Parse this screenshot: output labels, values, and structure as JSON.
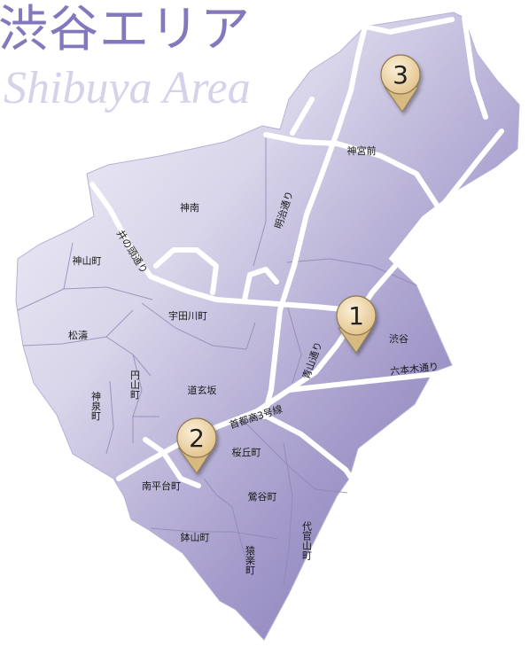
{
  "title": {
    "japanese": "渋谷エリア",
    "english": "Shibuya Area"
  },
  "colors": {
    "region_light": "#f1f0f7",
    "region_dark": "#7e72b6",
    "road": "#ffffff",
    "border": "#8e86b4",
    "label": "#1a1a1a",
    "pin_fill": "#efd6a6",
    "pin_stroke": "#8f7a55",
    "title_jp": "#8477bd",
    "title_en": "#d7d2ea"
  },
  "districts": [
    {
      "id": "jingumae",
      "label": "神宮前",
      "vertical": false
    },
    {
      "id": "jinnan",
      "label": "神南",
      "vertical": false
    },
    {
      "id": "kamiyamacho",
      "label": "神山町",
      "vertical": false
    },
    {
      "id": "udagawacho",
      "label": "宇田川町",
      "vertical": false
    },
    {
      "id": "shoto",
      "label": "松濤",
      "vertical": false
    },
    {
      "id": "shibuya",
      "label": "渋谷",
      "vertical": false
    },
    {
      "id": "dogenzaka",
      "label": "道玄坂",
      "vertical": false
    },
    {
      "id": "maruyamacho",
      "label": "円山町",
      "vertical": true
    },
    {
      "id": "shinsencho",
      "label": "神泉町",
      "vertical": true
    },
    {
      "id": "sakuragaokacho",
      "label": "桜丘町",
      "vertical": false
    },
    {
      "id": "nanpeidaicho",
      "label": "南平台町",
      "vertical": false
    },
    {
      "id": "uguisudanicho",
      "label": "鶯谷町",
      "vertical": false
    },
    {
      "id": "hachiyamacho",
      "label": "鉢山町",
      "vertical": false
    },
    {
      "id": "sarugakucho",
      "label": "猿楽町",
      "vertical": true
    },
    {
      "id": "daikanyamacho",
      "label": "代官山町",
      "vertical": true
    }
  ],
  "roads": [
    {
      "id": "inokashira",
      "label": "井の頭通り"
    },
    {
      "id": "meiji",
      "label": "明治通り"
    },
    {
      "id": "aoyama",
      "label": "青山通り"
    },
    {
      "id": "roppongi",
      "label": "六本木通り"
    },
    {
      "id": "shutoko3",
      "label": "首都高3号線"
    }
  ],
  "markers": [
    {
      "id": "marker-1",
      "label": "1"
    },
    {
      "id": "marker-2",
      "label": "2"
    },
    {
      "id": "marker-3",
      "label": "3"
    }
  ]
}
